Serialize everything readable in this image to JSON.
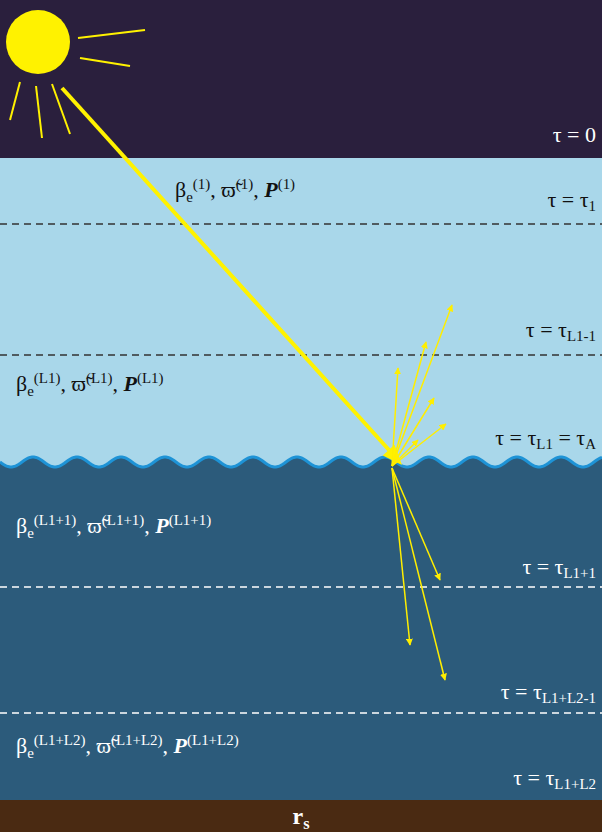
{
  "diagram": {
    "nodes": [
      {
        "text": [
          "βe(1), ϖ̃(1), P(1)",
          "βe(L1), ϖ̃(L1), P(L1)"
        ]
      },
      {
        "text": [
          "βe(L1+1), ϖ̃(L1+1), P(L1+1)",
          "βe(L1+L2), ϖ̃(L1+L2), P(L1+L2)"
        ]
      },
      {
        "text": [
          "rs"
        ]
      }
    ],
    "labels": [
      "τ = 0",
      "τ = τ1",
      "τ = τL1-1",
      "τ = τL1 = τA",
      "τ = τL1+1",
      "τ = τL1+L2-1",
      "τ = τL1+L2"
    ]
  }
}
